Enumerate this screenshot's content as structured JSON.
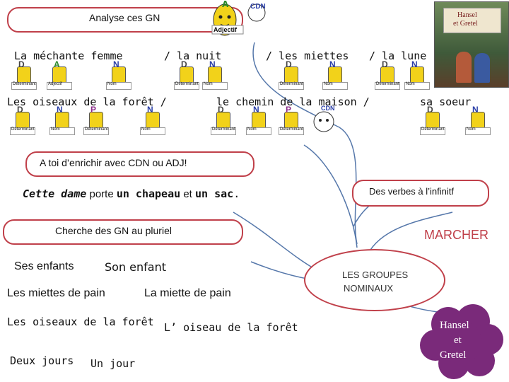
{
  "header": {
    "title": "Analyse ces GN",
    "mascot_label": "Adjectif",
    "mascot_letter": "A",
    "mascot_cdn": "CDN"
  },
  "examples_row1": [
    "La méchante femme",
    "/ la nuit",
    "/ les miettes",
    "/ la lune"
  ],
  "examples_row2": [
    "Les oiseaux de la forêt /",
    "le chemin de la maison /",
    "sa soeur"
  ],
  "figure_labels": {
    "D": "D",
    "N": "N",
    "A": "A",
    "P": "P",
    "determinant": "Déterminant",
    "nom": "Nom",
    "adjectif": "Adjectif",
    "cdn": "CDN"
  },
  "enrich": {
    "prompt": "A toi d’enrichir avec CDN ou ADJ!",
    "sentence_part1": "Cette dame",
    "sentence_part2": " porte ",
    "sentence_part3": "un chapeau",
    "sentence_part4": " et ",
    "sentence_part5": "un sac",
    "sentence_part6": "."
  },
  "plural": {
    "prompt": "Cherche des GN au pluriel",
    "pairs": [
      {
        "plural": "Ses enfants",
        "singular": "Son enfant"
      },
      {
        "plural": "Les miettes de pain",
        "singular": "La miette de pain"
      },
      {
        "plural": "Les oiseaux de la forêt",
        "singular": "L’ oiseau de la forêt"
      },
      {
        "plural": "Deux jours",
        "singular": "Un jour"
      }
    ]
  },
  "verbs": {
    "prompt": "Des verbes à l’infinitf",
    "example": "MARCHER"
  },
  "center": {
    "label_line1": "LES GROUPES",
    "label_line2": "NOMINAUX"
  },
  "cloud": {
    "line1": "Hansel",
    "line2": "et",
    "line3": "Gretel"
  },
  "book": {
    "title1": "Hansel",
    "title2": "et Gretel"
  },
  "colors": {
    "accent": "#c0404a",
    "blue_line": "#5577aa",
    "cloud": "#7a2a7a",
    "marcher": "#c0404a",
    "figure": "#f2d21a"
  }
}
